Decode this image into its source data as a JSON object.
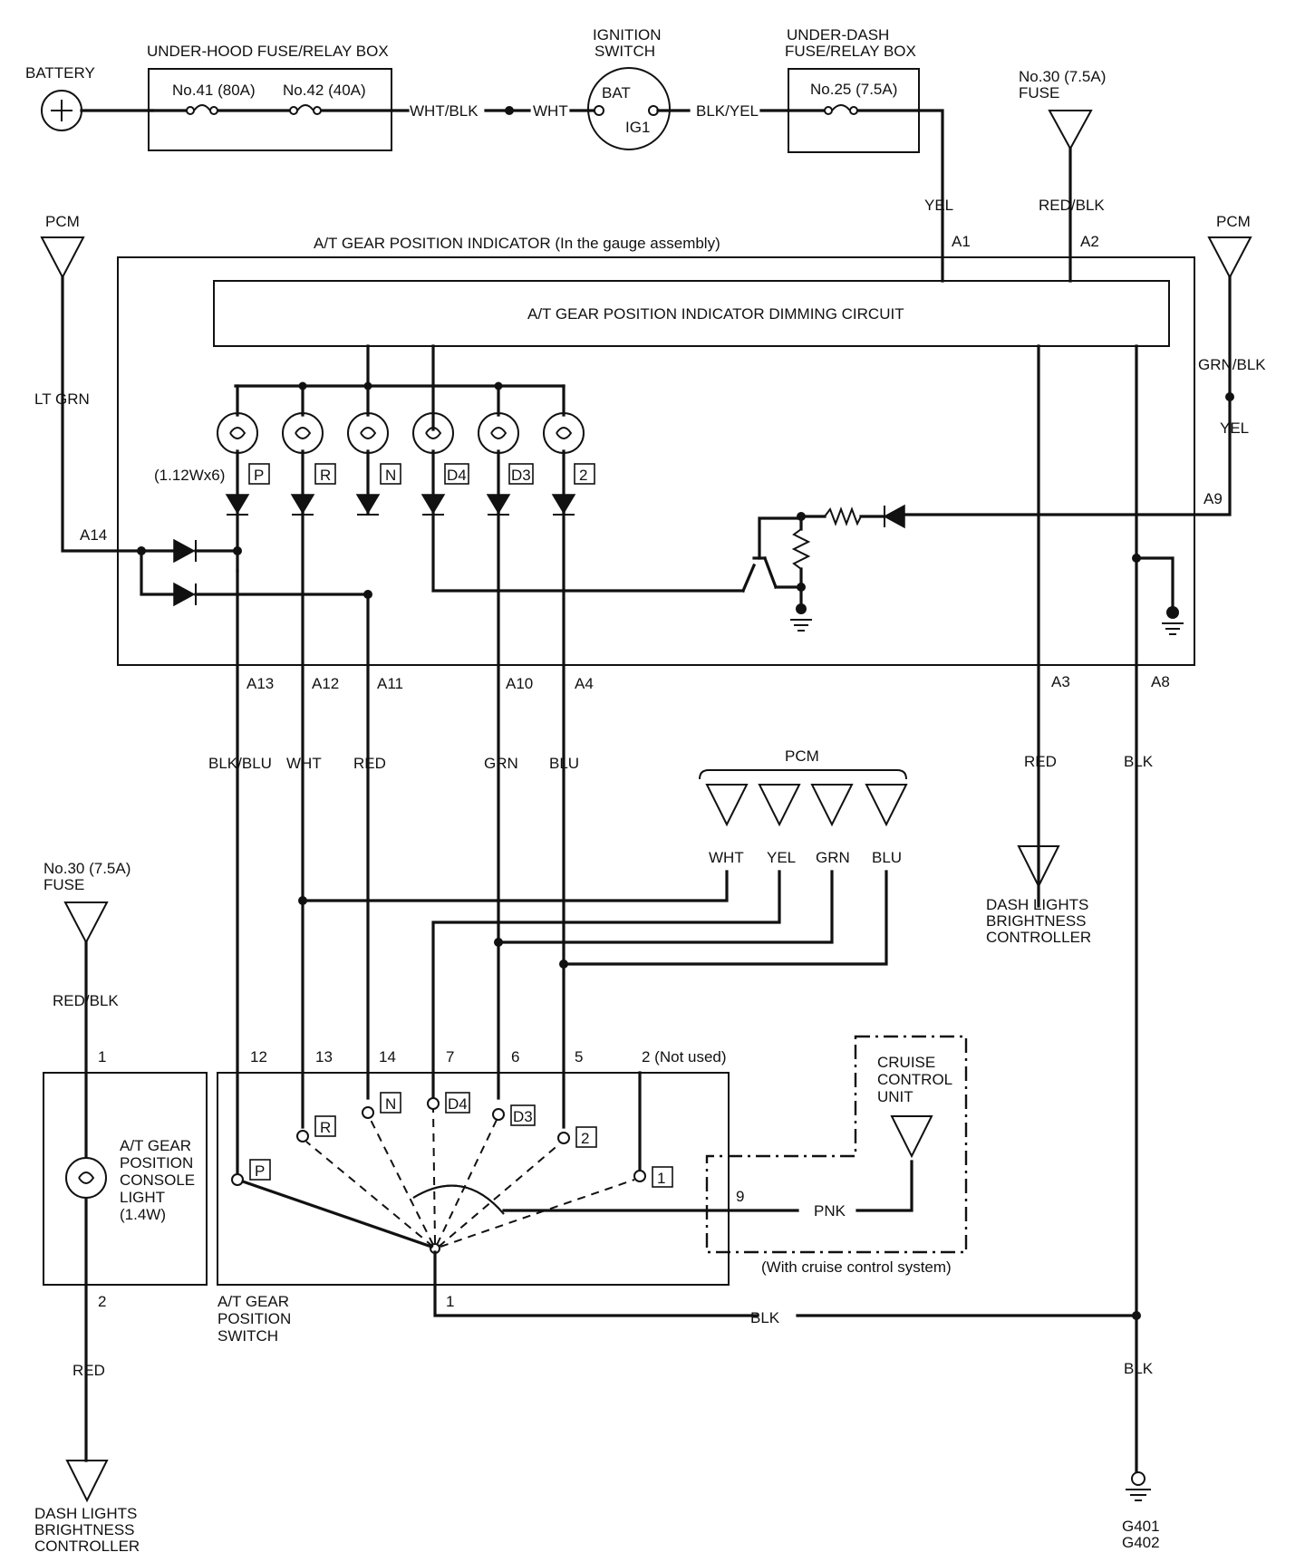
{
  "power": {
    "battery": "BATTERY",
    "underhood_box": "UNDER-HOOD FUSE/RELAY BOX",
    "fuse_41": "No.41 (80A)",
    "fuse_42": "No.42 (40A)",
    "wire_wht_blk": "WHT/BLK",
    "wire_wht": "WHT",
    "ignition_l1": "IGNITION",
    "ignition_l2": "SWITCH",
    "ign_bat": "BAT",
    "ign_ig1": "IG1",
    "wire_blk_yel": "BLK/YEL",
    "underdash_l1": "UNDER-DASH",
    "underdash_l2": "FUSE/RELAY BOX",
    "fuse_25": "No.25 (7.5A)",
    "fuse_30_l1": "No.30 (7.5A)",
    "fuse_30_l2": "FUSE"
  },
  "indicator": {
    "title": "A/T GEAR POSITION INDICATOR (In the gauge assembly)",
    "dimming": "A/T GEAR POSITION INDICATOR DIMMING CIRCUIT",
    "bulbs_rating": "(1.12Wx6)",
    "gears": [
      "P",
      "R",
      "N",
      "D4",
      "D3",
      "2"
    ],
    "wire_yel": "YEL",
    "wire_red_blk": "RED/BLK",
    "pin_a1": "A1",
    "pin_a2": "A2",
    "pin_a9": "A9",
    "pin_a14": "A14",
    "pcm_left": "PCM",
    "pcm_right": "PCM",
    "wire_lt_grn": "LT GRN",
    "wire_grn_blk": "GRN/BLK",
    "wire_yel_right": "YEL"
  },
  "outputs": {
    "pins": [
      "A13",
      "A12",
      "A11",
      "A10",
      "A4",
      "A3",
      "A8"
    ],
    "wires": [
      "BLK/BLU",
      "WHT",
      "RED",
      "GRN",
      "BLU",
      "RED",
      "BLK"
    ]
  },
  "pcm_inputs": {
    "label": "PCM",
    "wires": [
      "WHT",
      "YEL",
      "GRN",
      "BLU"
    ]
  },
  "dash_controller": {
    "l1": "DASH LIGHTS",
    "l2": "BRIGHTNESS",
    "l3": "CONTROLLER"
  },
  "console": {
    "fuse_l1": "No.30 (7.5A)",
    "fuse_l2": "FUSE",
    "wire_top": "RED/BLK",
    "pin_top": "1",
    "light_l1": "A/T GEAR",
    "light_l2": "POSITION",
    "light_l3": "CONSOLE",
    "light_l4": "LIGHT",
    "light_l5": "(1.4W)",
    "pin_bottom": "2",
    "wire_bottom": "RED",
    "ctrl_l1": "DASH LIGHTS",
    "ctrl_l2": "BRIGHTNESS",
    "ctrl_l3": "CONTROLLER"
  },
  "switch": {
    "pins": [
      "12",
      "13",
      "14",
      "7",
      "6",
      "5",
      "2 (Not used)"
    ],
    "positions": [
      "P",
      "R",
      "N",
      "D4",
      "D3",
      "2",
      "1"
    ],
    "label_l1": "A/T GEAR",
    "label_l2": "POSITION",
    "label_l3": "SWITCH",
    "pin_ground": "1",
    "wire_ground": "BLK",
    "pin_9": "9",
    "wire_pnk": "PNK"
  },
  "cruise": {
    "l1": "CRUISE",
    "l2": "CONTROL",
    "l3": "UNIT",
    "note": "(With cruise control system)"
  },
  "ground": {
    "wire": "BLK",
    "g1": "G401",
    "g2": "G402"
  }
}
